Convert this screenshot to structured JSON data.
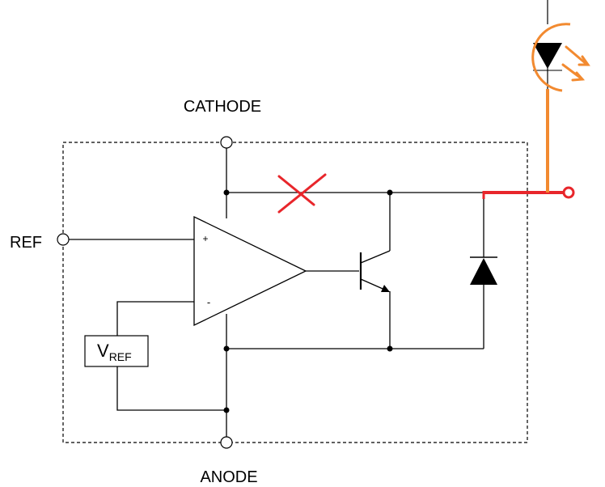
{
  "labels": {
    "cathode": "CATHODE",
    "anode": "ANODE",
    "ref": "REF",
    "vref_main": "V",
    "vref_sub": "REF",
    "opamp_plus": "+",
    "opamp_minus": "-"
  },
  "colors": {
    "wire": "#000000",
    "annotation_red": "#e8262b",
    "annotation_orange": "#f28a30"
  },
  "icons": {
    "x_mark": "cross-mark",
    "led": "led-diode-with-light-arrows",
    "zener": "diode-triangle"
  }
}
